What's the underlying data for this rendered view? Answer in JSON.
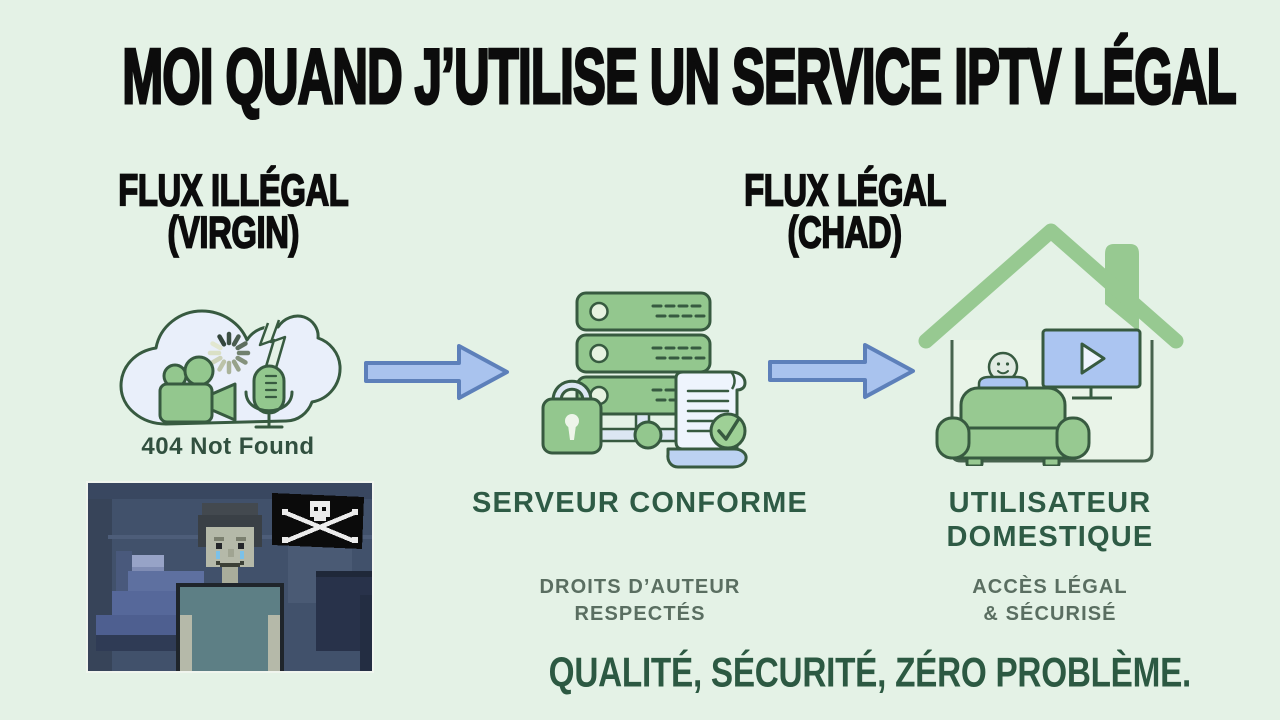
{
  "title": "MOI QUAND J’UTILISE UN SERVICE IPTV LÉGAL",
  "left_column": {
    "heading_line1": "FLUX ILLÉGAL",
    "heading_line2": "(VIRGIN)",
    "cloud_caption": "404 Not Found",
    "icon_names": [
      "broken-cloud-icon",
      "loading-spinner-icon",
      "video-camera-icon",
      "microphone-icon",
      "sad-pixel-character-image",
      "pirate-flag-icon"
    ]
  },
  "center_column": {
    "label": "SERVEUR CONFORME",
    "subtext_line1": "DROITS D’AUTEUR",
    "subtext_line2": "RESPECTÉS",
    "icon_names": [
      "server-stack-icon",
      "padlock-icon",
      "license-document-icon",
      "checkmark-badge-icon"
    ]
  },
  "right_column": {
    "heading_line1": "FLUX LÉGAL",
    "heading_line2": "(CHAD)",
    "label_line1": "UTILISATEUR",
    "label_line2": "DOMESTIQUE",
    "subtext_line1": "ACCÈS LÉGAL",
    "subtext_line2": "& SÉCURISÉ",
    "icon_names": [
      "house-icon",
      "tv-play-icon",
      "happy-viewer-icon",
      "couch-icon"
    ]
  },
  "footer": "QUALITÉ, SÉCURITÉ, ZÉRO PROBLÈME.",
  "flow": {
    "arrow1": "cloud-to-server-arrow",
    "arrow2": "server-to-house-arrow"
  },
  "colors": {
    "background": "#e4f2e6",
    "title_text": "#0c0c0c",
    "green_label": "#2e5b45",
    "muted_label": "#5a6e61",
    "icon_green": "#93c78e",
    "icon_outline": "#375a40",
    "arrow_fill": "#a9c3ee",
    "arrow_border": "#5d80ba",
    "cloud_fill": "#e9effa",
    "screen_blue": "#abc5f1"
  }
}
